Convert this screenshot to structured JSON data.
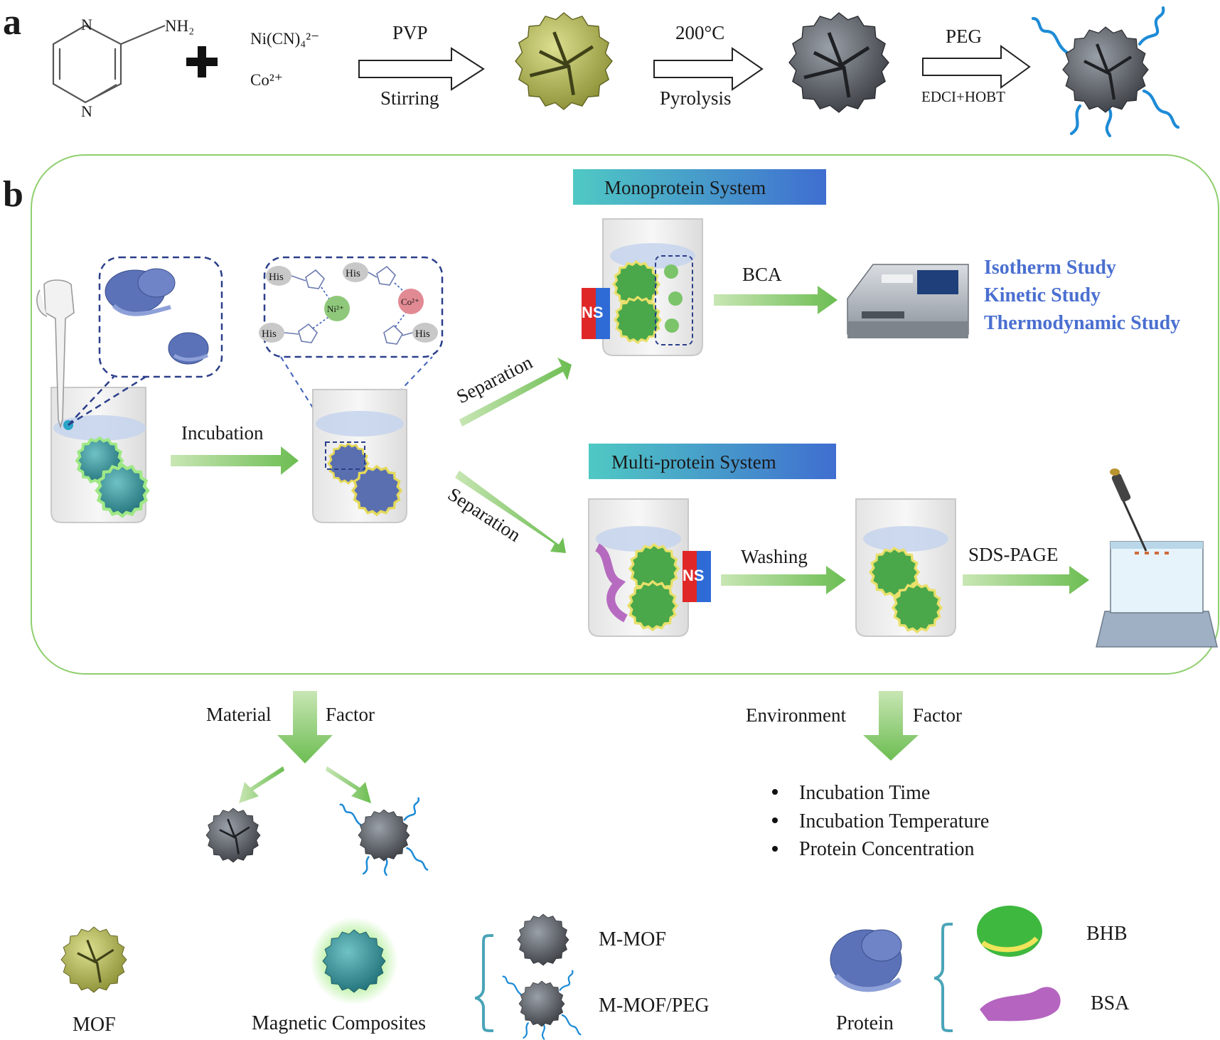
{
  "panel_a": {
    "label": "a",
    "reactant_amine": "NH₂",
    "ring_n_top": "N",
    "ring_n_bottom": "N",
    "reagent_1": "Ni(CN)₄²⁻",
    "reagent_2": "Co²⁺",
    "step1_top": "PVP",
    "step1_bottom": "Stirring",
    "step2_top": "200°C",
    "step2_bottom": "Pyrolysis",
    "step3_top": "PEG",
    "step3_bottom": "EDCI+HOBT"
  },
  "panel_b": {
    "label": "b",
    "incubation": "Incubation",
    "his": "His",
    "ni_ion": "Ni²⁺",
    "co_ion": "Co²⁺",
    "separation_top": "Separation",
    "separation_bottom": "Separation",
    "mono_title": "Monoprotein System",
    "multi_title": "Multi-protein System",
    "bca": "BCA",
    "washing": "Washing",
    "sds_page": "SDS-PAGE",
    "magnet_label": "NS",
    "studies": [
      "Isotherm Study",
      "Kinetic Study",
      "Thermodynamic Study"
    ]
  },
  "factors": {
    "material_left": "Material",
    "material_right": "Factor",
    "environment_left": "Environment",
    "environment_right": "Factor",
    "bullets": [
      "Incubation Time",
      "Incubation Temperature",
      "Protein Concentration"
    ]
  },
  "legend": {
    "mof": "MOF",
    "magnetic_composites": "Magnetic Composites",
    "m_mof": "M-MOF",
    "m_mof_peg": "M-MOF/PEG",
    "protein": "Protein",
    "bhb": "BHB",
    "bsa": "BSA"
  },
  "colors": {
    "study_blue": "#4a6fd0",
    "green_arrow": "#7cc46a",
    "frame_green": "#8fcf6e",
    "banner_left": "#4fc9c4",
    "banner_right": "#3f6ed0",
    "mof_yellow": "#b9bd5a",
    "mof_dark": "#55595f",
    "peg_blue": "#1e8bd6"
  }
}
